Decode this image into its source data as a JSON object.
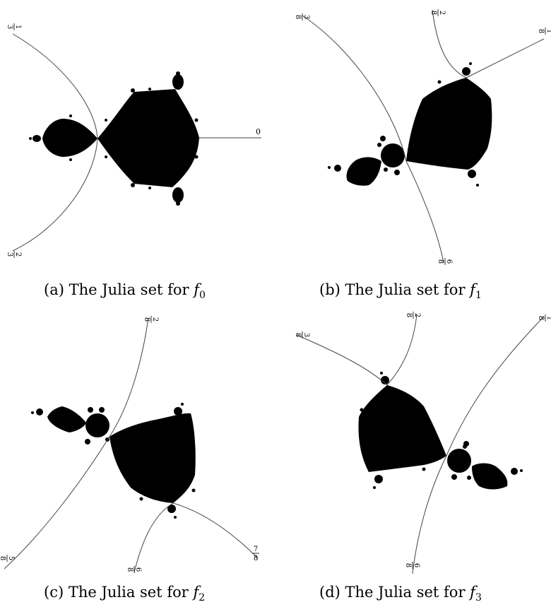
{
  "panels": [
    {
      "caption": {
        "prefix": "(a) The Julia set for ",
        "var": "f",
        "sub": "0"
      },
      "ray_labels": [
        {
          "num": "1",
          "den": "3"
        },
        {
          "num": "2",
          "den": "3"
        },
        {
          "text": "0"
        }
      ]
    },
    {
      "caption": {
        "prefix": "(b) The Julia set for ",
        "var": "f",
        "sub": "1"
      },
      "ray_labels": [
        {
          "num": "3",
          "den": "8"
        },
        {
          "num": "2",
          "den": "8"
        },
        {
          "num": "1",
          "den": "8"
        },
        {
          "num": "6",
          "den": "8"
        }
      ]
    },
    {
      "caption": {
        "prefix": "(c) The Julia set for ",
        "var": "f",
        "sub": "2"
      },
      "ray_labels": [
        {
          "num": "2",
          "den": "8"
        },
        {
          "num": "5",
          "den": "8"
        },
        {
          "num": "6",
          "den": "8"
        },
        {
          "num": "7",
          "den": "8"
        }
      ]
    },
    {
      "caption": {
        "prefix": "(d) The Julia set for ",
        "var": "f",
        "sub": "3"
      },
      "ray_labels": [
        {
          "num": "3",
          "den": "8"
        },
        {
          "num": "2",
          "den": "8"
        },
        {
          "num": "1",
          "den": "8"
        },
        {
          "num": "6",
          "den": "8"
        }
      ]
    }
  ]
}
